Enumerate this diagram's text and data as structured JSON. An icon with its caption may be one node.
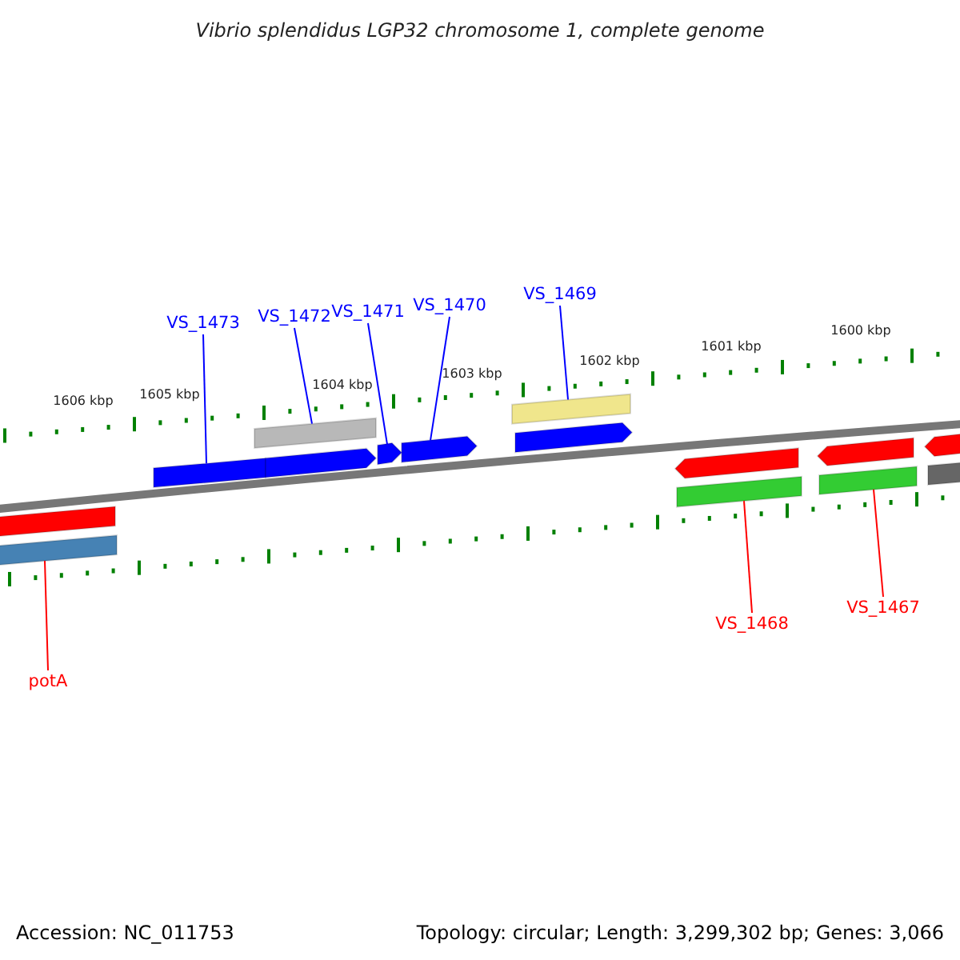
{
  "diagram": {
    "title": "Vibrio splendidus LGP32 chromosome 1, complete genome",
    "nodes": [
      {
        "text": [
          "VS_1473"
        ]
      },
      {
        "text": [
          "VS_1472"
        ]
      },
      {
        "text": [
          "VS_1471"
        ]
      },
      {
        "text": [
          "VS_1470"
        ]
      },
      {
        "text": [
          "VS_1469"
        ]
      },
      {
        "text": [
          "potA"
        ]
      },
      {
        "text": [
          "VS_1468"
        ]
      },
      {
        "text": [
          "VS_1467"
        ]
      },
      {
        "text": [],
        "shape": "bar"
      },
      {
        "text": [],
        "shape": "bar"
      },
      {
        "text": [],
        "shape": "bar"
      },
      {
        "text": [],
        "shape": "bar"
      },
      {
        "text": [],
        "shape": "bar"
      },
      {
        "text": [],
        "shape": "bar"
      },
      {
        "text": [],
        "shape": "bar"
      },
      {
        "text": [],
        "shape": "bar"
      },
      {
        "text": [],
        "shape": "bar"
      },
      {
        "text": [],
        "shape": "bar"
      },
      {
        "text": [],
        "shape": "bar"
      },
      {
        "text": [],
        "shape": "bar"
      },
      {
        "text": [],
        "shape": "bar"
      },
      {
        "text": [],
        "shape": "bar"
      },
      {
        "text": [],
        "shape": "bar"
      }
    ],
    "edges": [
      {
        "from": 0,
        "to": 8,
        "arrow": "none"
      },
      {
        "from": 1,
        "to": 9,
        "arrow": "none"
      },
      {
        "from": 2,
        "to": 10,
        "arrow": "none"
      },
      {
        "from": 3,
        "to": 11,
        "arrow": "none"
      },
      {
        "from": 4,
        "to": 12,
        "arrow": "none"
      },
      {
        "from": 5,
        "to": 13,
        "arrow": "none",
        "color": "#ff0000"
      },
      {
        "from": 6,
        "to": 14,
        "arrow": "none",
        "color": "#ff0000"
      },
      {
        "from": 7,
        "to": 15,
        "arrow": "none",
        "color": "#ff0000"
      }
    ],
    "labels": [
      "1606 kbp",
      "1605 kbp",
      "1604 kbp",
      "1603 kbp",
      "1602 kbp",
      "1601 kbp",
      "1600 kbp",
      "Accession: NC_011753",
      "Topology: circular; Length: 3,299,302 bp; Genes: 3,066"
    ]
  }
}
